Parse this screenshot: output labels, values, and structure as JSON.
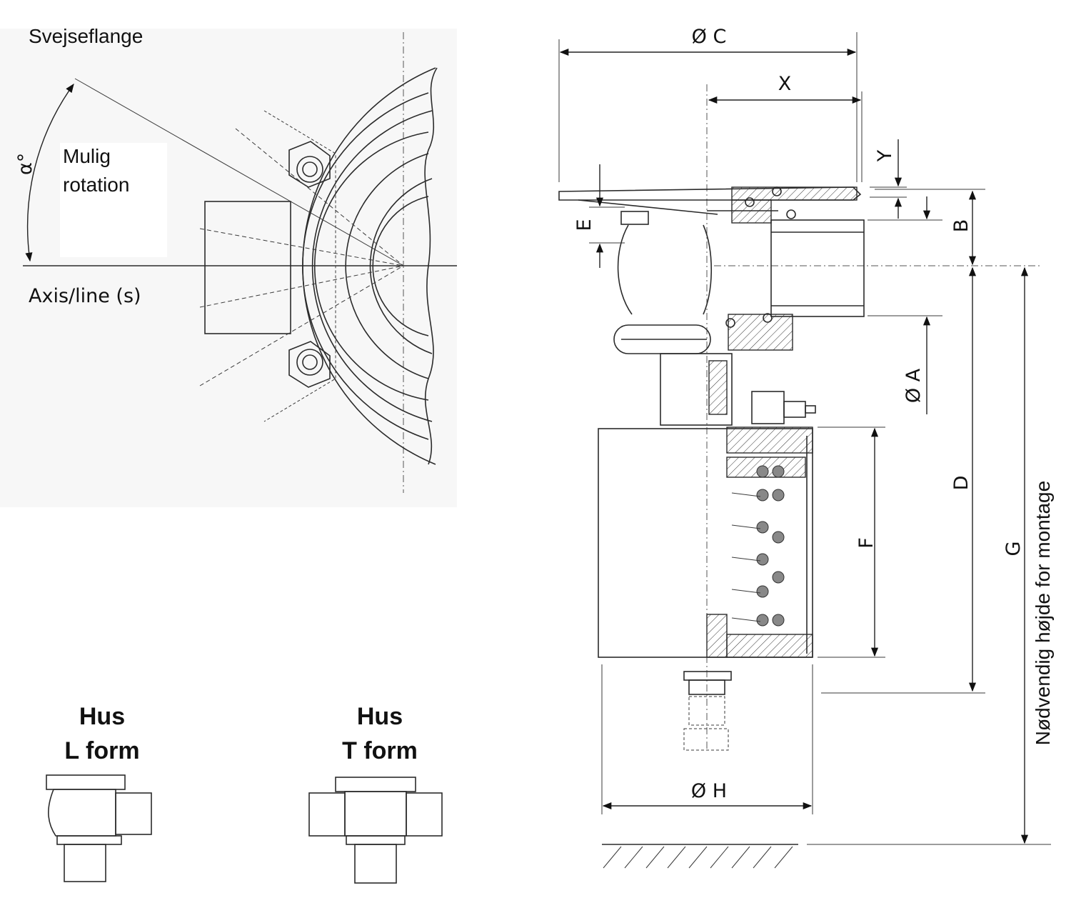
{
  "labels": {
    "weld_flange": "Svejseflange",
    "rotation_angle": "α°",
    "rotation_line1": "Mulig",
    "rotation_line2": "rotation",
    "axis": "Axis/line (s)",
    "housing_l_line1": "Hus",
    "housing_l_line2": "L form",
    "housing_t_line1": "Hus",
    "housing_t_line2": "T form",
    "mounting_height": "Nødvendig højde for montage"
  },
  "dimensions": {
    "c": "Ø C",
    "x": "X",
    "y": "Y",
    "e": "E",
    "b": "B",
    "a": "Ø A",
    "d": "D",
    "f": "F",
    "g": "G",
    "h": "Ø H"
  }
}
